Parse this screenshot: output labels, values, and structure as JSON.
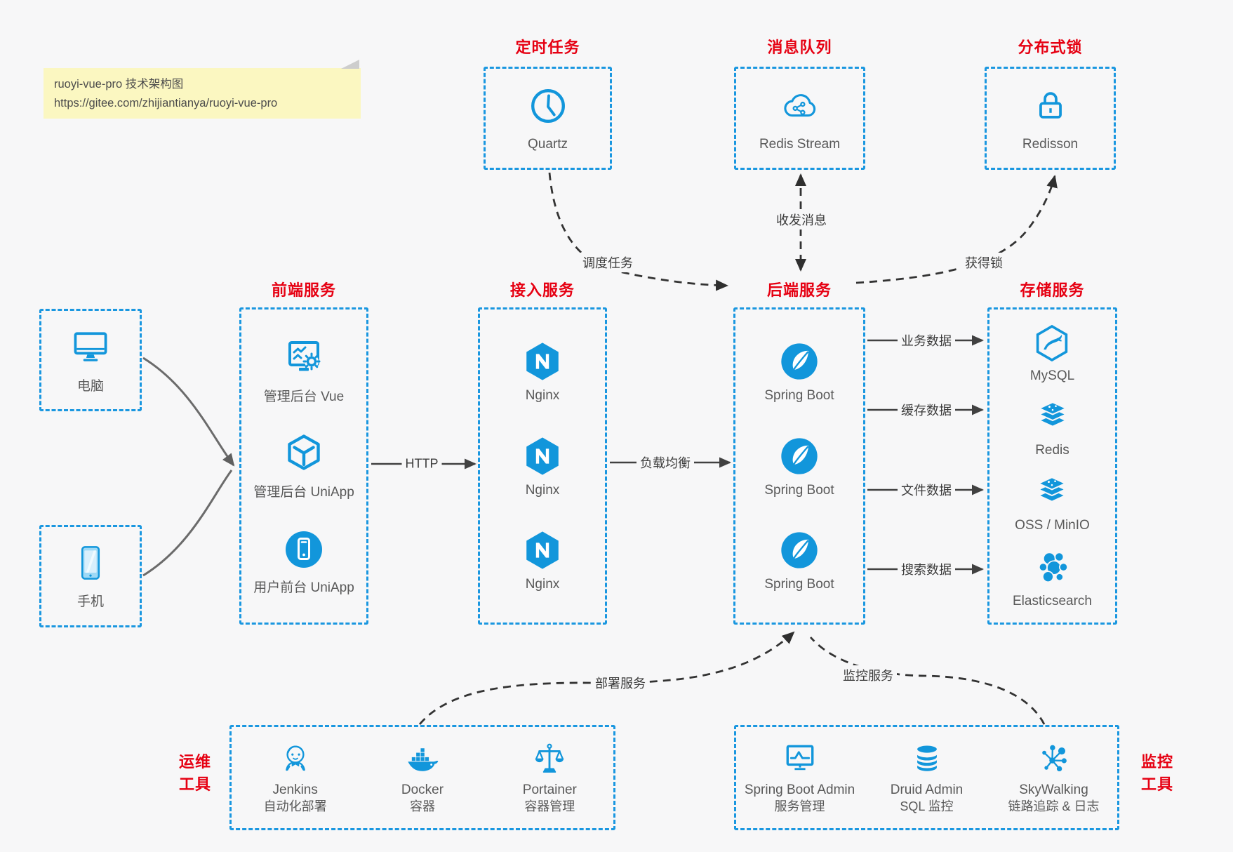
{
  "note": {
    "line1": "ruoyi-vue-pro 技术架构图",
    "line2": "https://gitee.com/zhijiantianya/ruoyi-vue-pro"
  },
  "colors": {
    "accent_blue": "#1296db",
    "border_blue": "#1a97e0",
    "title_red": "#e60012",
    "label_gray": "#595959",
    "arrow_dark": "#414141",
    "note_bg": "#fbf7c1",
    "canvas_bg": "#f7f7f8"
  },
  "top_groups": [
    {
      "title": "定时任务",
      "label": "Quartz",
      "icon": "clock-icon"
    },
    {
      "title": "消息队列",
      "label": "Redis Stream",
      "icon": "cloud-stream-icon"
    },
    {
      "title": "分布式锁",
      "label": "Redisson",
      "icon": "lock-icon"
    }
  ],
  "clients": [
    {
      "label": "电脑",
      "icon": "computer-icon"
    },
    {
      "label": "手机",
      "icon": "smartphone-icon"
    }
  ],
  "columns": [
    {
      "title": "前端服务",
      "items": [
        {
          "label": "管理后台 Vue",
          "icon": "admin-vue-icon"
        },
        {
          "label": "管理后台 UniApp",
          "icon": "uniapp-cube-icon"
        },
        {
          "label": "用户前台 UniApp",
          "icon": "user-uniapp-icon"
        }
      ]
    },
    {
      "title": "接入服务",
      "items": [
        {
          "label": "Nginx",
          "icon": "nginx-icon"
        },
        {
          "label": "Nginx",
          "icon": "nginx-icon"
        },
        {
          "label": "Nginx",
          "icon": "nginx-icon"
        }
      ]
    },
    {
      "title": "后端服务",
      "items": [
        {
          "label": "Spring Boot",
          "icon": "spring-boot-icon"
        },
        {
          "label": "Spring Boot",
          "icon": "spring-boot-icon"
        },
        {
          "label": "Spring Boot",
          "icon": "spring-boot-icon"
        }
      ]
    },
    {
      "title": "存储服务",
      "items": [
        {
          "label": "MySQL",
          "icon": "mysql-icon"
        },
        {
          "label": "Redis",
          "icon": "redis-stack-icon"
        },
        {
          "label": "OSS / MinIO",
          "icon": "oss-stack-icon"
        },
        {
          "label": "Elasticsearch",
          "icon": "elasticsearch-icon"
        }
      ]
    }
  ],
  "bottom_groups": [
    {
      "side_label": {
        "line1": "运维",
        "line2": "工具"
      },
      "items": [
        {
          "name": "Jenkins",
          "sub": "自动化部署",
          "icon": "jenkins-icon"
        },
        {
          "name": "Docker",
          "sub": "容器",
          "icon": "docker-icon"
        },
        {
          "name": "Portainer",
          "sub": "容器管理",
          "icon": "portainer-icon"
        }
      ]
    },
    {
      "side_label": {
        "line1": "监控",
        "line2": "工具"
      },
      "items": [
        {
          "name": "Spring Boot Admin",
          "sub": "服务管理",
          "icon": "spring-boot-admin-icon"
        },
        {
          "name": "Druid Admin",
          "sub": "SQL 监控",
          "icon": "druid-icon"
        },
        {
          "name": "SkyWalking",
          "sub": "链路追踪 & 日志",
          "icon": "skywalking-icon"
        }
      ]
    }
  ],
  "edges": {
    "http": "HTTP",
    "load_balance": "负载均衡",
    "business_data": "业务数据",
    "cache_data": "缓存数据",
    "file_data": "文件数据",
    "search_data": "搜索数据",
    "schedule_task": "调度任务",
    "send_receive_message": "收发消息",
    "acquire_lock": "获得锁",
    "deploy_service": "部署服务",
    "monitor_service": "监控服务"
  }
}
